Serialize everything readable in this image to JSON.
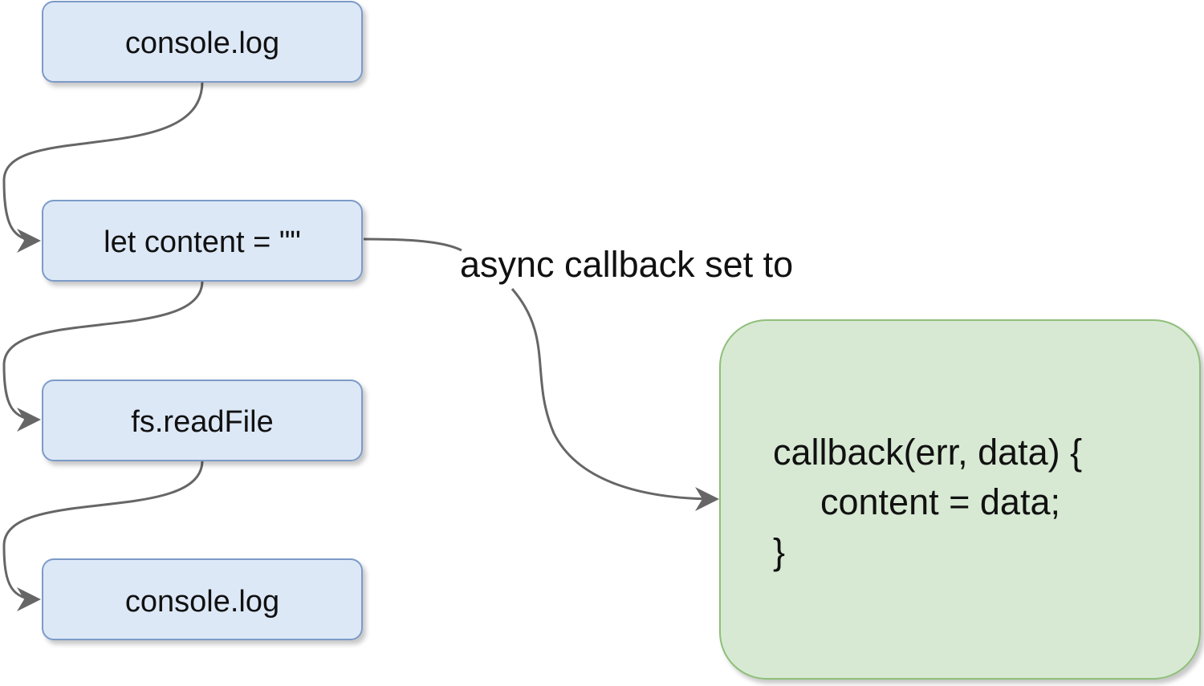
{
  "nodes": {
    "step1": "console.log",
    "step2": "let content = \"\"",
    "step3": "fs.readFile",
    "step4": "console.log"
  },
  "edge_label": "async callback set to",
  "callback_box": {
    "line1": "callback(err, data) {",
    "line2": "content = data;",
    "line3": "}"
  },
  "colors": {
    "blue_fill": "#dde8f7",
    "blue_stroke": "#7c9bc7",
    "green_fill": "#d7e9d3",
    "green_stroke": "#8fbf7a",
    "edge": "#666666"
  }
}
